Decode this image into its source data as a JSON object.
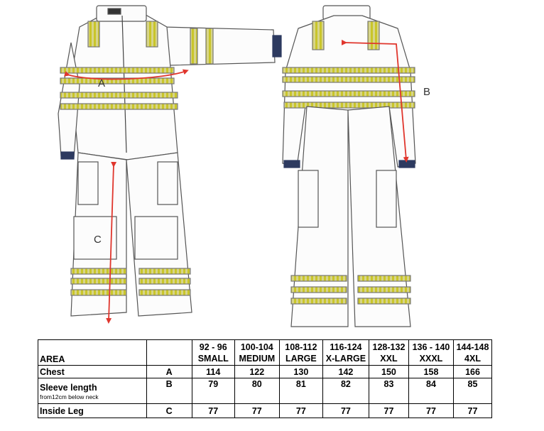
{
  "figure": {
    "labels": {
      "a": "A",
      "b": "B",
      "c": "C"
    },
    "colors": {
      "reflective": "#c9c52a",
      "arrow": "#e0362d",
      "outline": "#555555",
      "cuff": "#2d3a60"
    }
  },
  "table": {
    "area_header": "AREA",
    "sizes": [
      {
        "range": "92 - 96",
        "name": "SMALL"
      },
      {
        "range": "100-104",
        "name": "MEDIUM"
      },
      {
        "range": "108-112",
        "name": "LARGE"
      },
      {
        "range": "116-124",
        "name": "X-LARGE"
      },
      {
        "range": "128-132",
        "name": "XXL"
      },
      {
        "range": "136 - 140",
        "name": "XXXL"
      },
      {
        "range": "144-148",
        "name": "4XL"
      }
    ],
    "rows": [
      {
        "label": "Chest",
        "sublabel": "",
        "code": "A",
        "values": [
          "114",
          "122",
          "130",
          "142",
          "150",
          "158",
          "166"
        ]
      },
      {
        "label": "Sleeve length",
        "sublabel": "from12cm below  neck",
        "code": "B",
        "values": [
          "79",
          "80",
          "81",
          "82",
          "83",
          "84",
          "85"
        ]
      },
      {
        "label": "Inside Leg",
        "sublabel": "",
        "code": "C",
        "values": [
          "77",
          "77",
          "77",
          "77",
          "77",
          "77",
          "77"
        ]
      }
    ]
  }
}
